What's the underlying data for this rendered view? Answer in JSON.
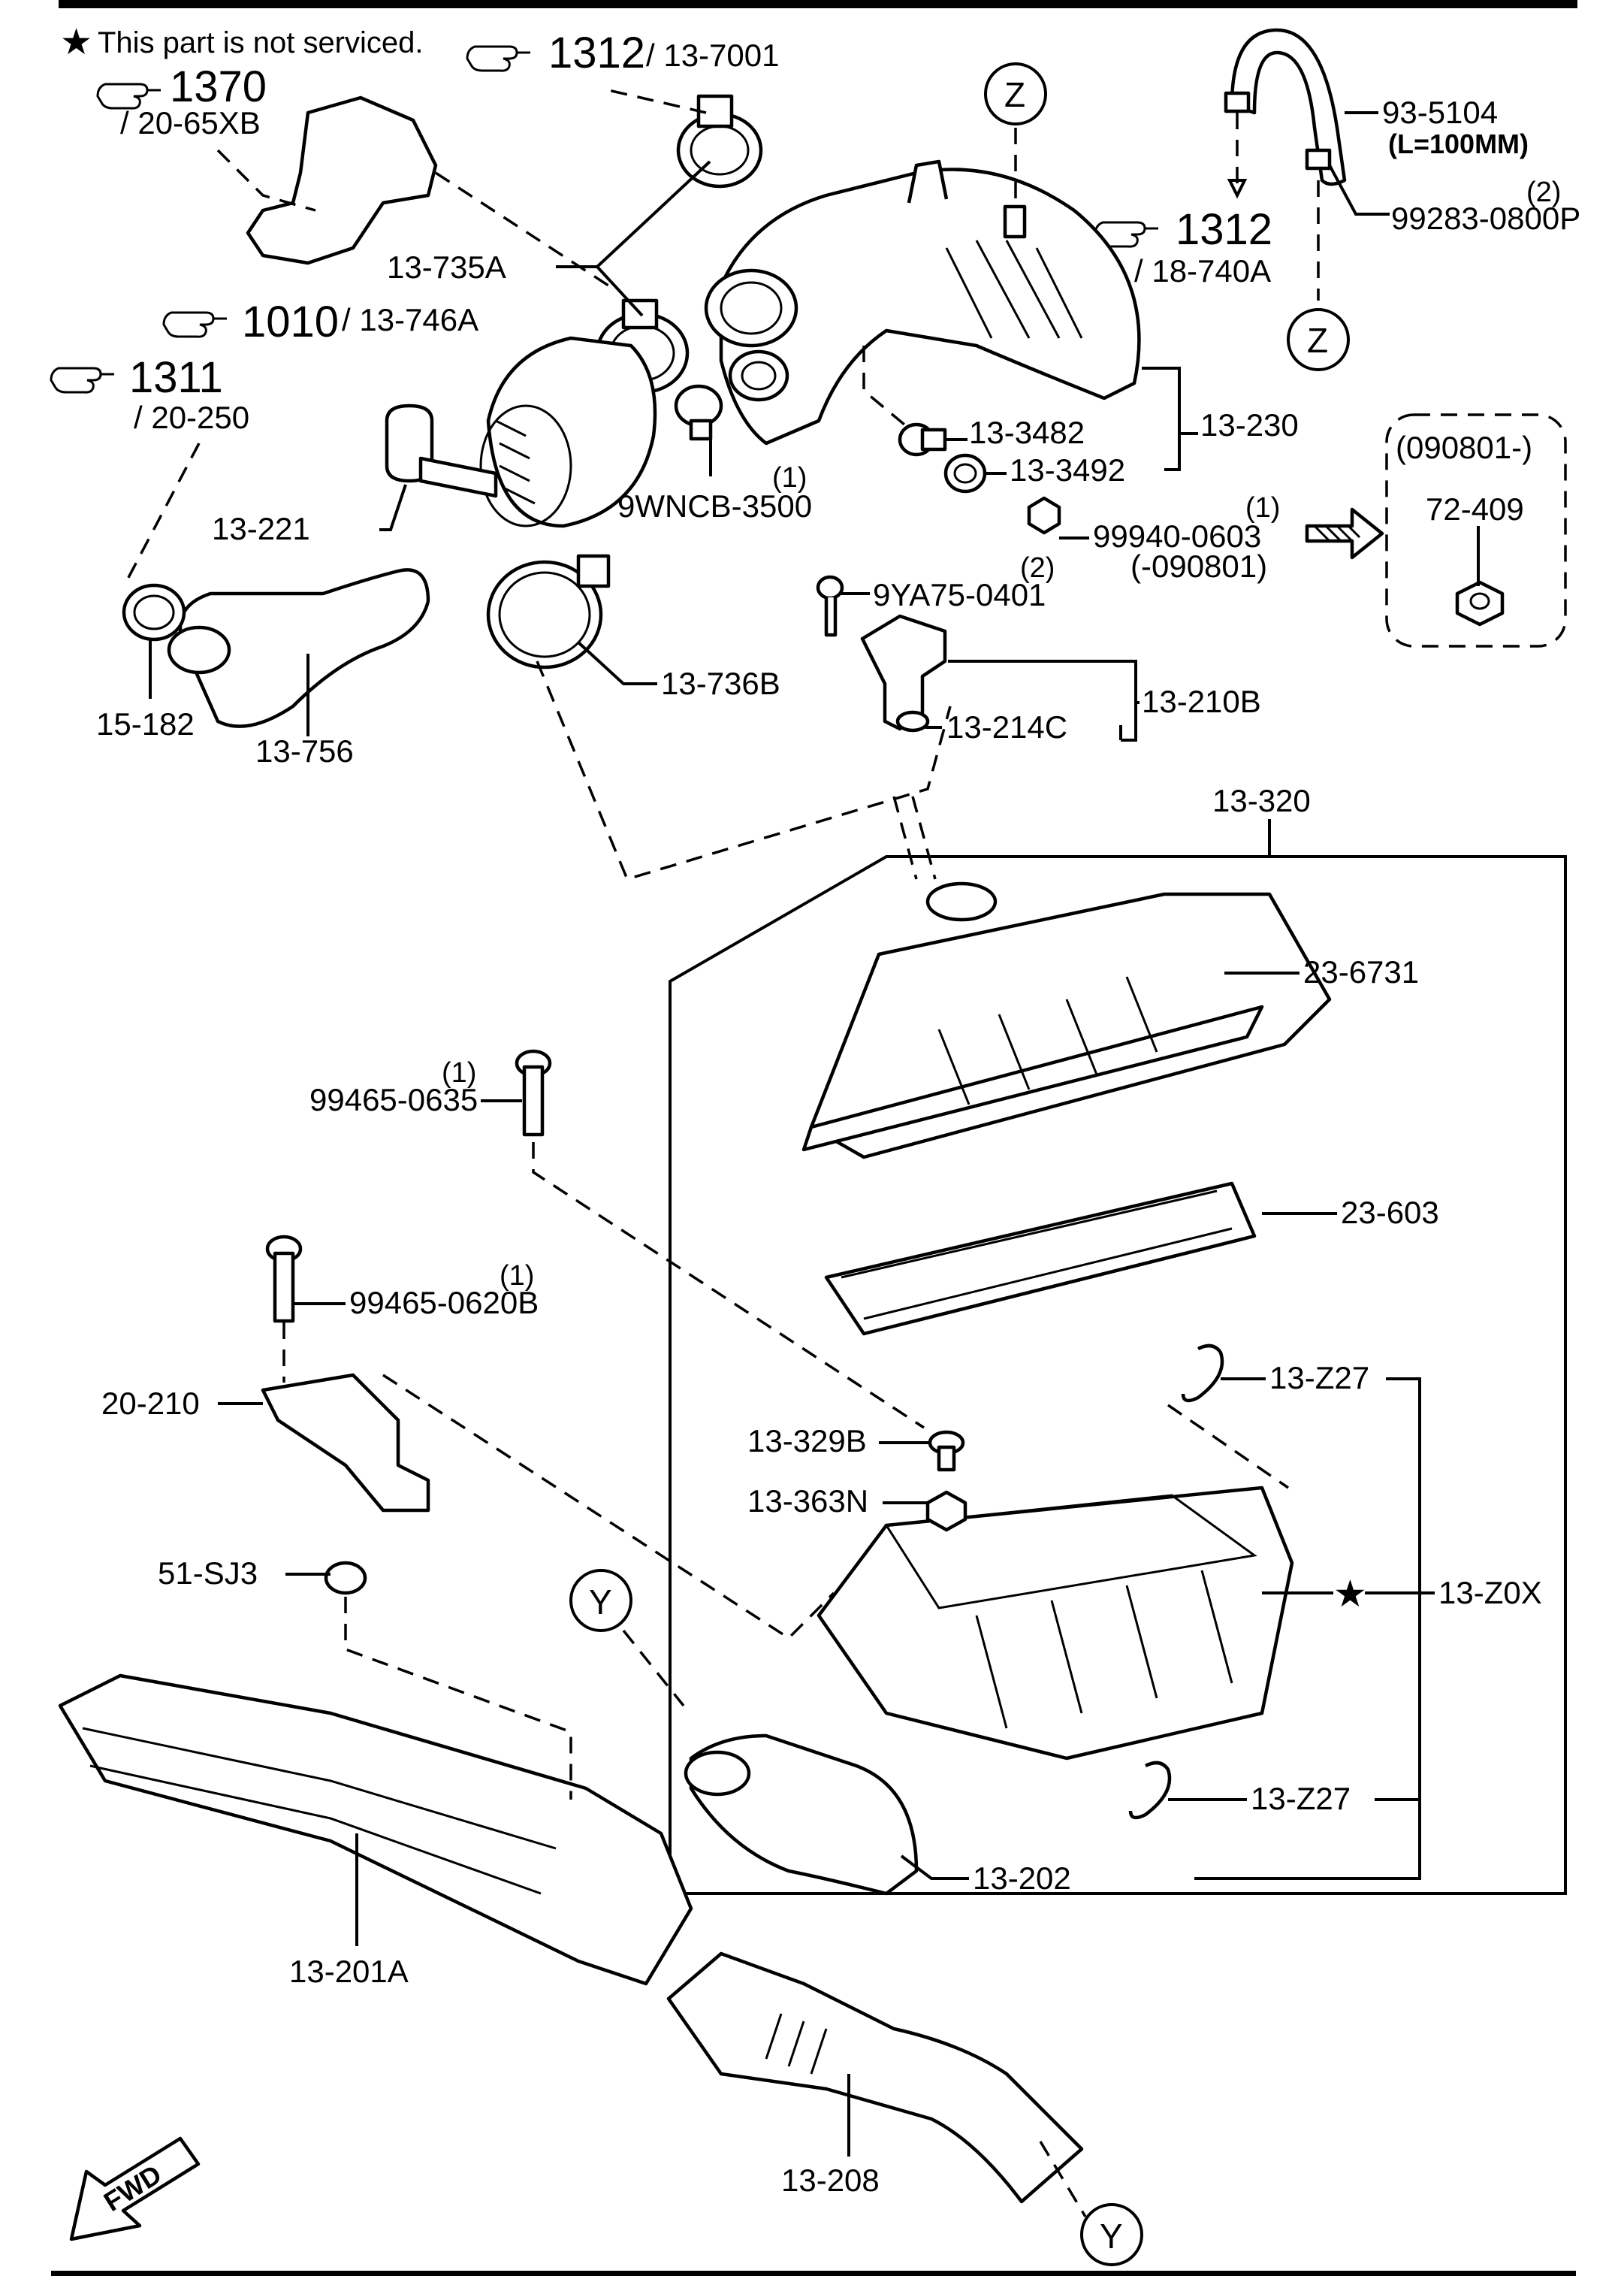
{
  "note": {
    "symbol": "★",
    "text": "This part is not serviced."
  },
  "refs": [
    {
      "id": "r1370",
      "num": "1370",
      "sub": "/ 20-65XB"
    },
    {
      "id": "r1312a",
      "num": "1312",
      "sub": "/ 13-7001"
    },
    {
      "id": "r1010",
      "num": "1010",
      "sub": "/ 13-746A"
    },
    {
      "id": "r1311",
      "num": "1311",
      "sub": "/ 20-250"
    },
    {
      "id": "r1312b",
      "num": "1312",
      "sub": "/ 18-740A"
    }
  ],
  "parts": {
    "p93_5104": "93-5104",
    "p93_5104_len": "(L=100MM)",
    "p99283": "99283-0800P",
    "p99283_qty": "(2)",
    "p13_735A": "13-735A",
    "p13_230": "13-230",
    "p13_3482": "13-3482",
    "p13_3492": "13-3492",
    "p090801": "(090801-)",
    "p72_409": "72-409",
    "p99940": "99940-0603",
    "p99940_qty": "(1)",
    "p99940_range": "(-090801)",
    "p9WNCB": "9WNCB-3500",
    "p9WNCB_qty": "(1)",
    "p13_221": "13-221",
    "p9YA75": "9YA75-0401",
    "p9YA75_qty": "(2)",
    "p13_736B": "13-736B",
    "p13_210B": "13-210B",
    "p13_214C": "13-214C",
    "p15_182": "15-182",
    "p13_756": "13-756",
    "p13_320": "13-320",
    "p23_6731": "23-6731",
    "p99465_0635": "99465-0635",
    "p99465_0635_qty": "(1)",
    "p23_603": "23-603",
    "p99465_0620B": "99465-0620B",
    "p99465_0620B_qty": "(1)",
    "p13_Z27a": "13-Z27",
    "p20_210": "20-210",
    "p13_329B": "13-329B",
    "p13_363N": "13-363N",
    "p51_SJ3": "51-SJ3",
    "p13_Z0X": "13-Z0X",
    "p13_Z27b": "13-Z27",
    "p13_202": "13-202",
    "p13_201A": "13-201A",
    "p13_208": "13-208",
    "star": "★"
  },
  "markers": {
    "z": "Z",
    "y": "Y"
  },
  "fwd": "FWD"
}
